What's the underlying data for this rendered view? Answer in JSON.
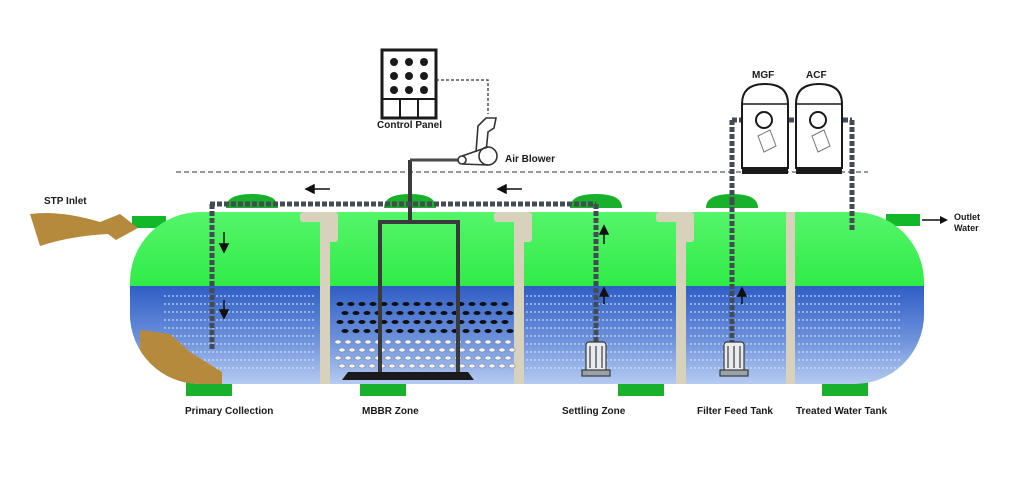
{
  "labels": {
    "control_panel": "Control Panel",
    "air_blower": "Air Blower",
    "stp_inlet": "STP Inlet",
    "outlet_line1": "Outlet",
    "outlet_line2": "Water",
    "mgf": "MGF",
    "acf": "ACF"
  },
  "zones": [
    "Primary Collection",
    "MBBR Zone",
    "Settling Zone",
    "Filter Feed Tank",
    "Treated Water Tank"
  ],
  "colors": {
    "tank_green": "#22ee3a",
    "tank_green_dark": "#12b82a",
    "water_blue": "#3f6ed0",
    "water_light": "#a9c2ee",
    "support_green": "#19b02c",
    "pipe": "#55606a",
    "sludge": "#b58a3c",
    "baffle": "#d8d2bc"
  }
}
